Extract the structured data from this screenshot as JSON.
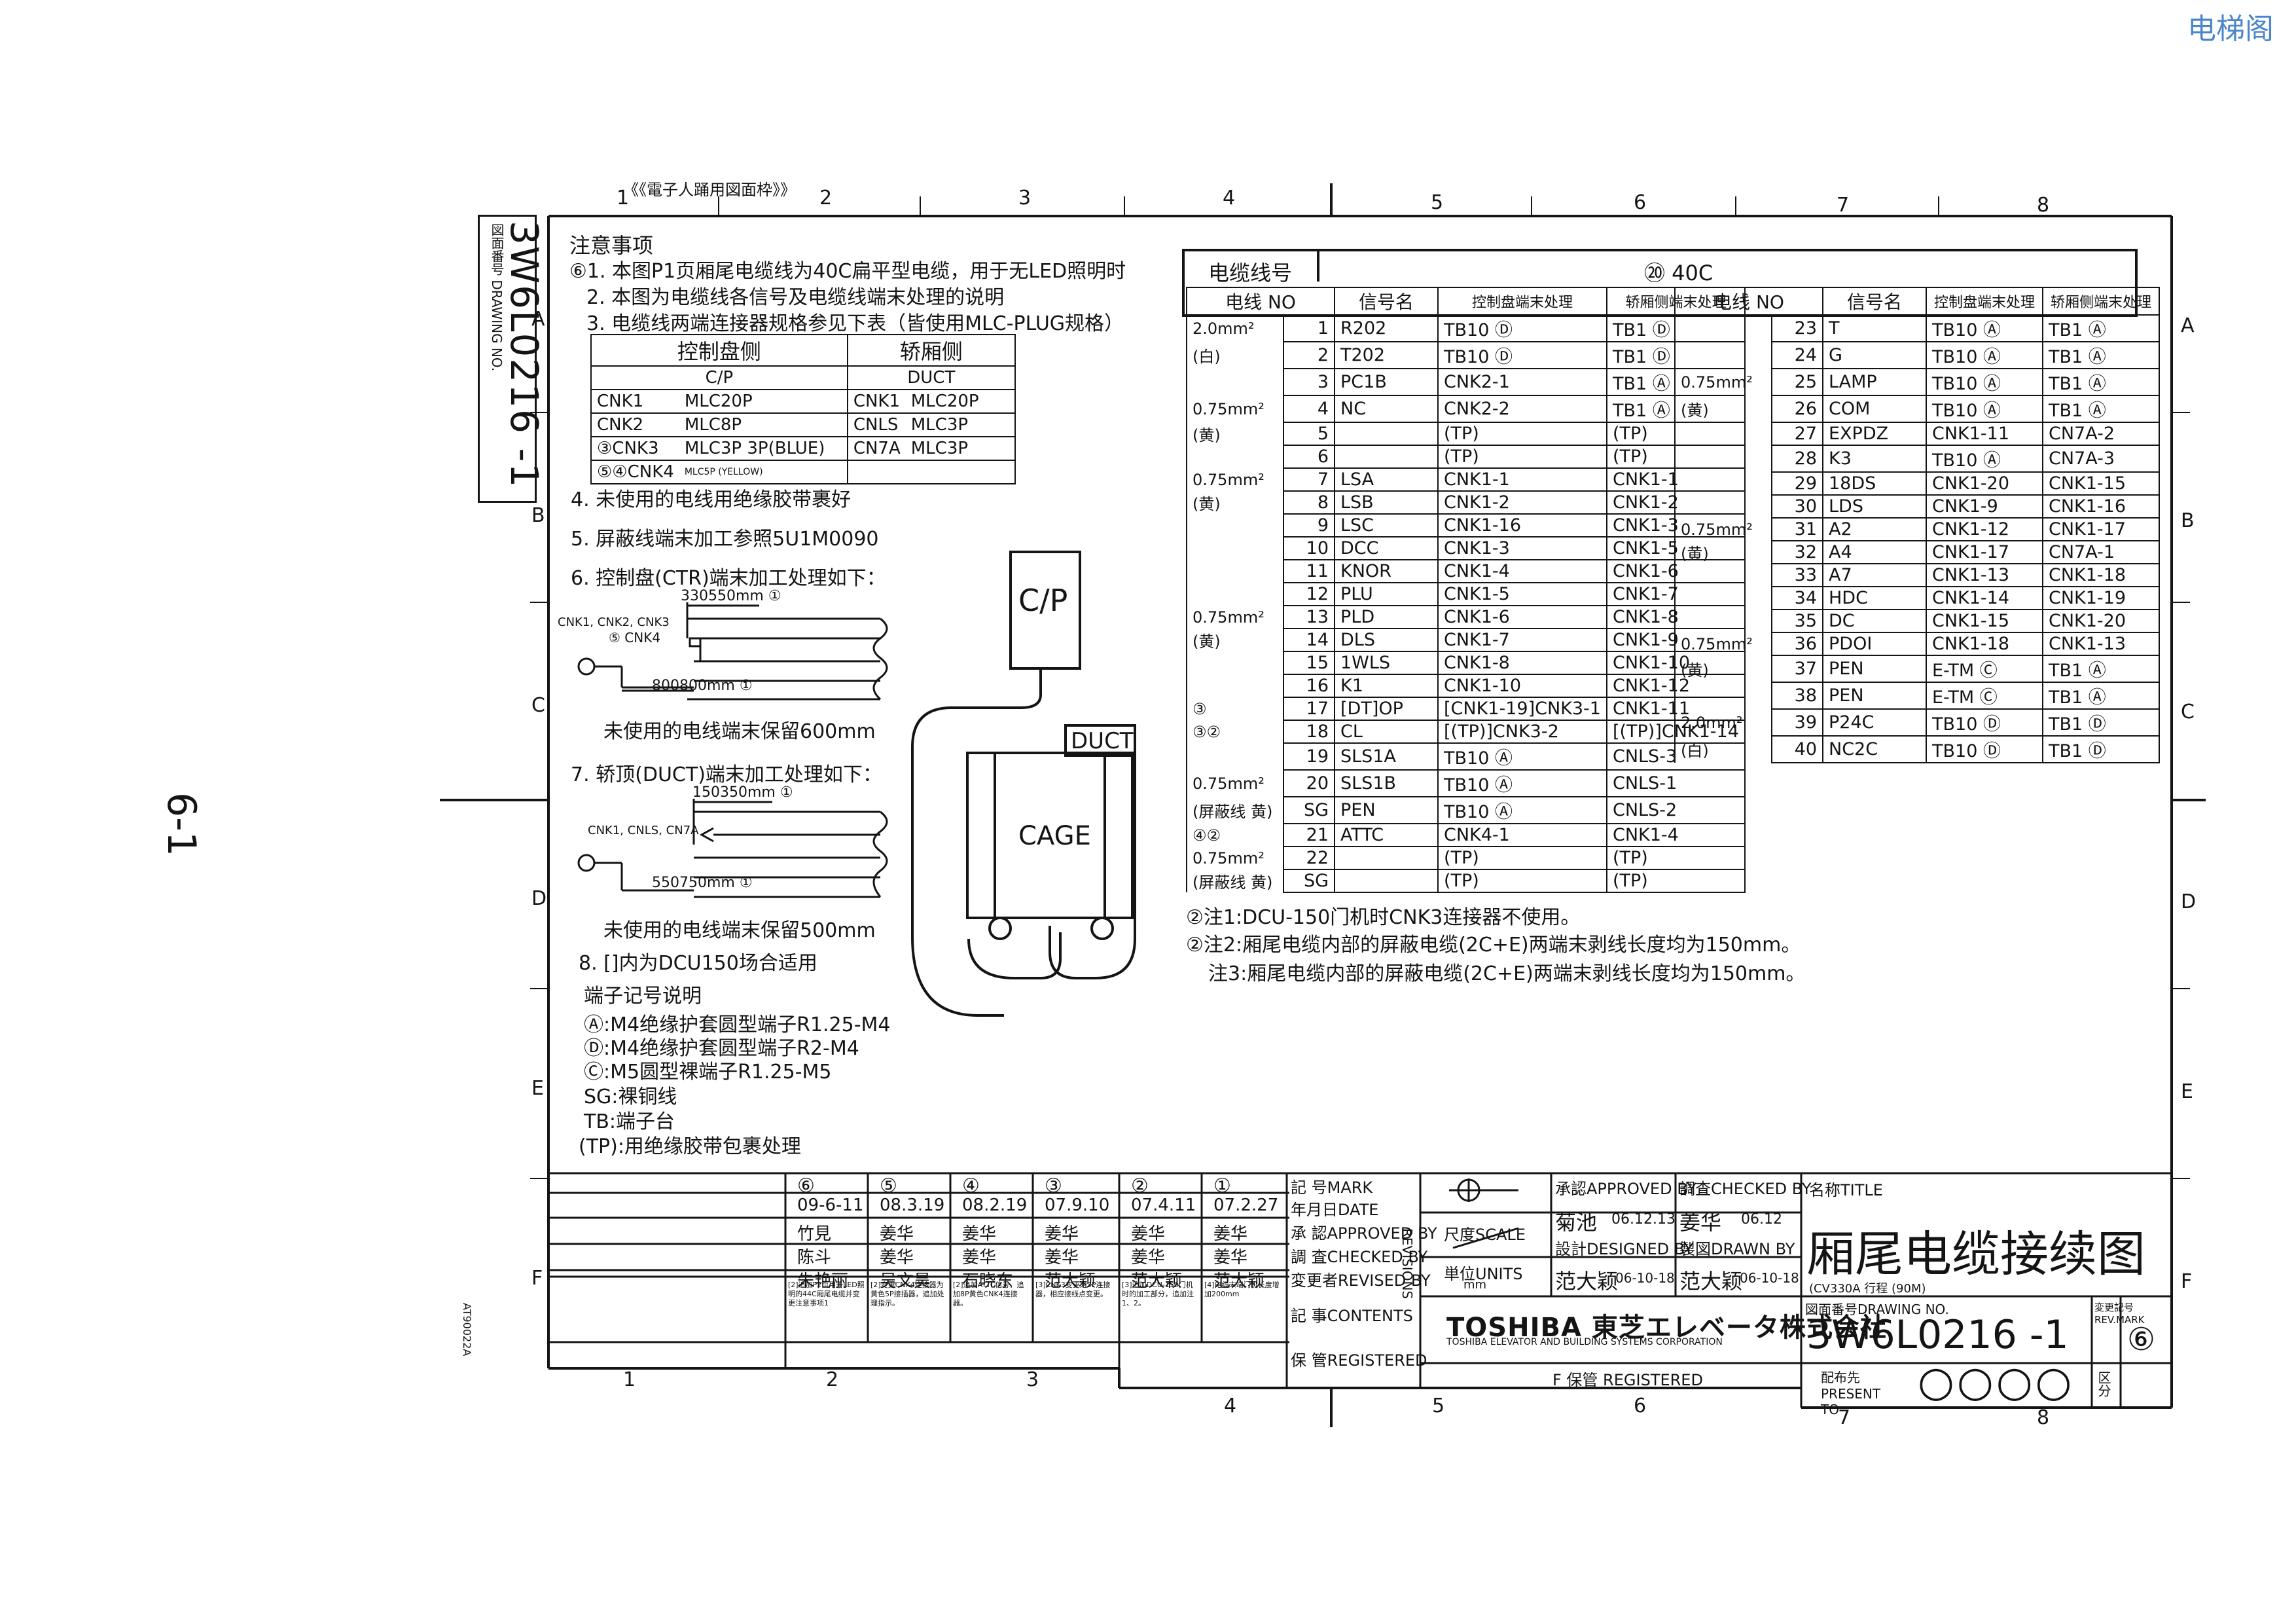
{
  "watermark": "电梯阁",
  "sheet_no": "6-1",
  "side_label": {
    "small": "図面番号 DRAWING NO.",
    "number": "3W6L0216 -1"
  },
  "caption_top": "《《電子人踊用図面枠》》",
  "zone_numbers_top": [
    "1",
    "2",
    "3",
    "4",
    "5",
    "6",
    "7",
    "8"
  ],
  "zone_numbers_bottom": [
    "1",
    "2",
    "3",
    "4",
    "5",
    "6",
    "7",
    "8"
  ],
  "zone_letters": [
    "A",
    "B",
    "C",
    "D",
    "E",
    "F"
  ],
  "notes": {
    "title": "注意事项",
    "n1": "⑥1. 本图P1页厢尾电缆线为40C扁平型电缆，用于无LED照明时",
    "n2": "2. 本图为电缆线各信号及电缆线端末处理的说明",
    "n3": "3. 电缆线两端连接器规格参见下表（皆使用MLC-PLUG规格）",
    "n4": "4. 未使用的电线用绝缘胶带裹好",
    "n5": "5. 屏蔽线端末加工参照5U1M0090",
    "n6": "6. 控制盘(CTR)端末加工处理如下：",
    "n6_dim1": "330550mm ①",
    "n6_conn": "CNK1, CNK2, CNK3",
    "n6_conn2": "⑤ CNK4",
    "n6_dim2": "800800mm ①",
    "n6_keep": "未使用的电线端末保留600mm",
    "n7": "7. 轿顶(DUCT)端末加工处理如下：",
    "n7_dim1": "150350mm ①",
    "n7_conn": "CNK1, CNLS, CN7A",
    "n7_dim2": "550750mm ①",
    "n7_keep": "未使用的电线端末保留500mm",
    "n8": "8. []内为DCU150场合适用",
    "terms_title": "端子记号说明",
    "t1": "Ⓐ:M4绝缘护套圆型端子R1.25-M4",
    "t2": "Ⓓ:M4绝缘护套圆型端子R2-M4",
    "t3": "Ⓒ:M5圆型裸端子R1.25-M5",
    "t4": "SG:裸铜线",
    "t5": "TB:端子台",
    "t6": "(TP):用绝缘胶带包裹处理"
  },
  "connector_table": {
    "h1": "控制盘侧",
    "h2": "轿厢侧",
    "s1": "C/P",
    "s2": "DUCT",
    "rows": [
      [
        "CNK1",
        "MLC20P",
        "CNK1",
        "MLC20P"
      ],
      [
        "CNK2",
        "MLC8P",
        "CNLS",
        "MLC3P"
      ],
      [
        "③CNK3",
        "MLC3P 3P(BLUE)",
        "CN7A",
        "MLC3P"
      ],
      [
        "⑤④CNK4",
        "MLC5P (YELLOW)",
        "",
        ""
      ]
    ]
  },
  "diagram": {
    "cp": "C/P",
    "duct": "DUCT",
    "cage": "CAGE"
  },
  "wire_table": {
    "title": "电缆线号",
    "cable": "⑳ 40C",
    "cols": [
      "电线 NO",
      "信号名",
      "控制盘端末处理",
      "轿厢侧端末处理"
    ],
    "left": [
      [
        "2.0mm²",
        "1",
        "R202",
        "TB10 Ⓓ",
        "TB1 Ⓓ"
      ],
      [
        "(白)",
        "2",
        "T202",
        "TB10 Ⓓ",
        "TB1 Ⓓ"
      ],
      [
        "",
        "3",
        "PC1B",
        "CNK2-1",
        "TB1 Ⓐ"
      ],
      [
        "0.75mm²",
        "4",
        "NC",
        "CNK2-2",
        "TB1 Ⓐ"
      ],
      [
        "(黄)",
        "5",
        "",
        "(TP)",
        "(TP)"
      ],
      [
        "",
        "6",
        "",
        "(TP)",
        "(TP)"
      ],
      [
        "0.75mm²",
        "7",
        "LSA",
        "CNK1-1",
        "CNK1-1"
      ],
      [
        "(黄)",
        "8",
        "LSB",
        "CNK1-2",
        "CNK1-2"
      ],
      [
        "",
        "9",
        "LSC",
        "CNK1-16",
        "CNK1-3"
      ],
      [
        "",
        "10",
        "DCC",
        "CNK1-3",
        "CNK1-5"
      ],
      [
        "",
        "11",
        "KNOR",
        "CNK1-4",
        "CNK1-6"
      ],
      [
        "",
        "12",
        "PLU",
        "CNK1-5",
        "CNK1-7"
      ],
      [
        "0.75mm²",
        "13",
        "PLD",
        "CNK1-6",
        "CNK1-8"
      ],
      [
        "(黄)",
        "14",
        "DLS",
        "CNK1-7",
        "CNK1-9"
      ],
      [
        "",
        "15",
        "1WLS",
        "CNK1-8",
        "CNK1-10"
      ],
      [
        "",
        "16",
        "K1",
        "CNK1-10",
        "CNK1-12"
      ],
      [
        "③",
        "17",
        "[DT]OP",
        "[CNK1-19]CNK3-1",
        "CNK1-11"
      ],
      [
        "③②",
        "18",
        "CL",
        "[(TP)]CNK3-2",
        "[(TP)]CNK1-14"
      ],
      [
        "",
        "19",
        "SLS1A",
        "TB10 Ⓐ",
        "CNLS-3"
      ],
      [
        "0.75mm²",
        "20",
        "SLS1B",
        "TB10 Ⓐ",
        "CNLS-1"
      ],
      [
        "(屏蔽线 黄)",
        "SG",
        "PEN",
        "TB10 Ⓐ",
        "CNLS-2"
      ],
      [
        "④②",
        "21",
        "ATTC",
        "CNK4-1",
        "CNK1-4"
      ],
      [
        "0.75mm²",
        "22",
        "",
        "(TP)",
        "(TP)"
      ],
      [
        "(屏蔽线 黄)",
        "SG",
        "",
        "(TP)",
        "(TP)"
      ]
    ],
    "right": [
      [
        "",
        "23",
        "T",
        "TB10 Ⓐ",
        "TB1 Ⓐ"
      ],
      [
        "",
        "24",
        "G",
        "TB10 Ⓐ",
        "TB1 Ⓐ"
      ],
      [
        "0.75mm²",
        "25",
        "LAMP",
        "TB10 Ⓐ",
        "TB1 Ⓐ"
      ],
      [
        "(黄)",
        "26",
        "COM",
        "TB10 Ⓐ",
        "TB1 Ⓐ"
      ],
      [
        "",
        "27",
        "EXPDZ",
        "CNK1-11",
        "CN7A-2"
      ],
      [
        "",
        "28",
        "K3",
        "TB10 Ⓐ",
        "CN7A-3"
      ],
      [
        "",
        "29",
        "18DS",
        "CNK1-20",
        "CNK1-15"
      ],
      [
        "",
        "30",
        "LDS",
        "CNK1-9",
        "CNK1-16"
      ],
      [
        "0.75mm²",
        "31",
        "A2",
        "CNK1-12",
        "CNK1-17"
      ],
      [
        "(黄)",
        "32",
        "A4",
        "CNK1-17",
        "CN7A-1"
      ],
      [
        "",
        "33",
        "A7",
        "CNK1-13",
        "CNK1-18"
      ],
      [
        "",
        "34",
        "HDC",
        "CNK1-14",
        "CNK1-19"
      ],
      [
        "",
        "35",
        "DC",
        "CNK1-15",
        "CNK1-20"
      ],
      [
        "0.75mm²",
        "36",
        "PDOI",
        "CNK1-18",
        "CNK1-13"
      ],
      [
        "(黄)",
        "37",
        "PEN",
        "E-TM Ⓒ",
        "TB1 Ⓐ"
      ],
      [
        "",
        "38",
        "PEN",
        "E-TM Ⓒ",
        "TB1 Ⓐ"
      ],
      [
        "2.0mm²",
        "39",
        "P24C",
        "TB10 Ⓓ",
        "TB1 Ⓓ"
      ],
      [
        "(白)",
        "40",
        "NC2C",
        "TB10 Ⓓ",
        "TB1 Ⓓ"
      ]
    ]
  },
  "footnotes": [
    "②注1:DCU-150门机时CNK3连接器不使用。",
    "②注2:厢尾电缆内部的屏蔽电缆(2C+E)两端末剥线长度均为150mm。",
    "注3:厢尾电缆内部的屏蔽电缆(2C+E)两端末剥线长度均为150mm。"
  ],
  "revisions": {
    "marks": [
      "⑥",
      "⑤",
      "④",
      "③",
      "②",
      "①"
    ],
    "dates": [
      "09-6-11",
      "08.3.19",
      "08.2.19",
      "07.9.10",
      "07.4.11",
      "07.2.27"
    ],
    "approved": [
      "竹見",
      "姜华",
      "姜华",
      "姜华",
      "姜华",
      "姜华"
    ],
    "checked": [
      "陈斗",
      "姜华",
      "姜华",
      "姜华",
      "姜华",
      "姜华"
    ],
    "revised": [
      "朱艳丽",
      "吴文昊",
      "石晓东",
      "范大颖",
      "范大颖",
      "范大颖"
    ],
    "contents": [
      "[2]追加P2页用于LED照明的44C厢尾电缆并变更注意事项1",
      "[2]变更CNK4连接器为黄色5P接插器，追加处理指示。",
      "[2]追加ATTC信号，追加8P黄色CNK4连接器。",
      "[3]CNK3变更为3P连接器，相应接线点变更。",
      "[3]追加DCU-150门机时的加工部分，追加注1、2。",
      "[4]电缆末端门机长度增加200mm"
    ],
    "labels": {
      "mark": "記 号MARK",
      "date": "年月日DATE",
      "approved": "承 認APPROVED BY",
      "checked": "調 査CHECKED BY",
      "revised": "変更者REVISED BY",
      "contents": "記 事CONTENTS",
      "registered": "保 管REGISTERED",
      "revisions": "REVISIONS"
    }
  },
  "titleblock": {
    "scale": "尺度SCALE",
    "units": "単位UNITS",
    "units_val": "mm",
    "approved_lbl": "承認APPROVED BY",
    "checked_lbl": "調査CHECKED BY",
    "designed_lbl": "設計DESIGNED BY",
    "drawn_lbl": "製図DRAWN BY",
    "approved_name": "菊池",
    "approved_date": "06.12.13",
    "checked_name": "姜华",
    "checked_date": "06.12",
    "designed_name": "范大颖",
    "designed_date": "06-10-18",
    "drawn_name": "范大颖",
    "drawn_date": "06-10-18",
    "company": "TOSHIBA 東芝エレベータ株式会社",
    "company_en": "TOSHIBA ELEVATOR AND BUILDING SYSTEMS CORPORATION",
    "title_lbl": "名称TITLE",
    "title": "厢尾电缆接续图",
    "subtitle": "(CV330A 行程 (90M)",
    "dwg_lbl": "図面番号DRAWING NO.",
    "dwg_no": "3W6L0216 -1",
    "rev_lbl": "変更記号REV.MARK",
    "rev_val": "⑥",
    "registered": "F 保管 REGISTERED",
    "present_lbl": "配布先 PRESENT TO",
    "present_circles": "○○○○",
    "div_lbl": "区分"
  },
  "side_code": "AT90022A"
}
